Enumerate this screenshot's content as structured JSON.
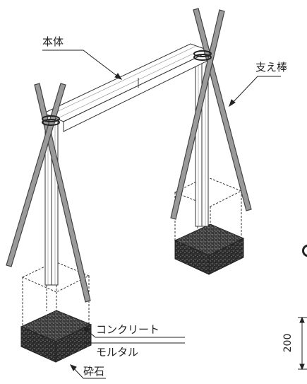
{
  "labels": {
    "main_body": "本体",
    "support_pole": "支え棒",
    "concrete": "コンクリート",
    "mortar": "モルタル",
    "crushed_stone": "砕石",
    "dimension": "200"
  }
}
